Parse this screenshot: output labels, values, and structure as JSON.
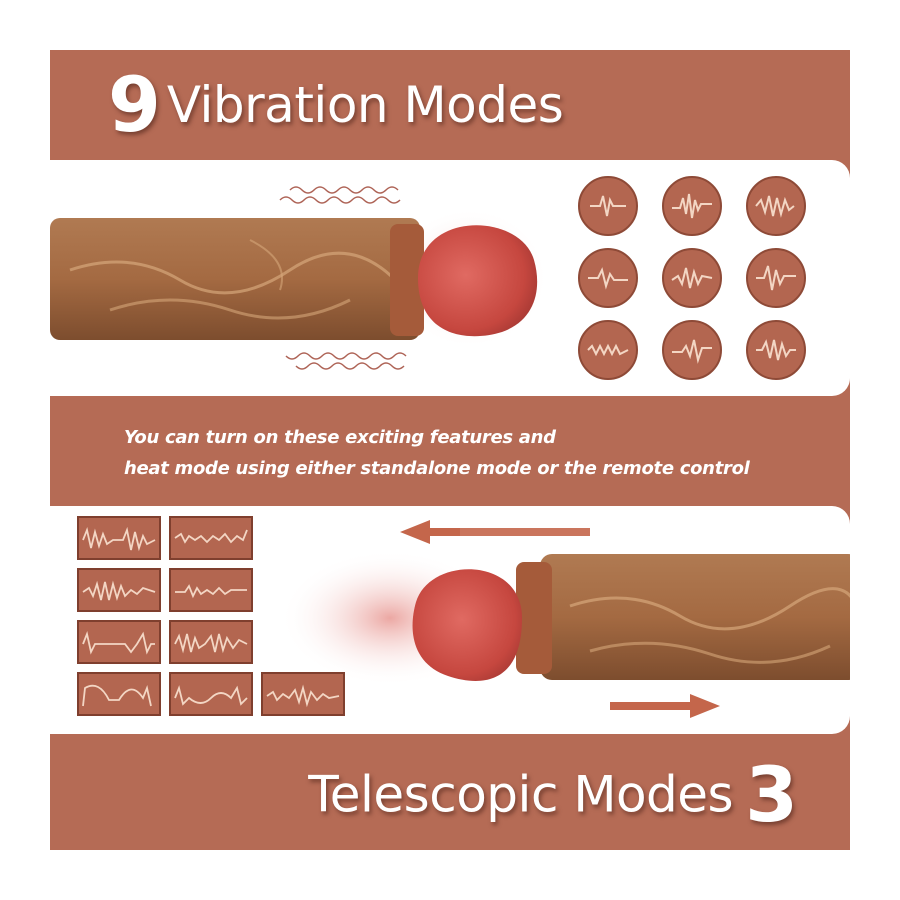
{
  "header": {
    "number": "9",
    "title": "Vibration Modes"
  },
  "caption": {
    "line1": "You can turn on these exciting features and",
    "line2": "heat mode using either standalone mode or the remote control"
  },
  "footer": {
    "title": "Telescopic Modes",
    "number": "3"
  },
  "vibration_mode_icons": [
    "wave-icon",
    "wave-icon",
    "wave-icon",
    "wave-icon",
    "wave-icon",
    "wave-icon",
    "wave-icon",
    "wave-icon",
    "wave-icon"
  ],
  "telescopic_mode_icons": [
    "wave-icon",
    "wave-icon",
    "wave-icon",
    "wave-icon",
    "wave-icon",
    "wave-icon",
    "wave-icon",
    "wave-icon",
    "wave-icon"
  ],
  "colors": {
    "background": "#b56b55",
    "strip": "#ffffff",
    "icon_fill": "#b36650",
    "icon_line": "#f3d6c4",
    "arrow": "#c4664b"
  }
}
